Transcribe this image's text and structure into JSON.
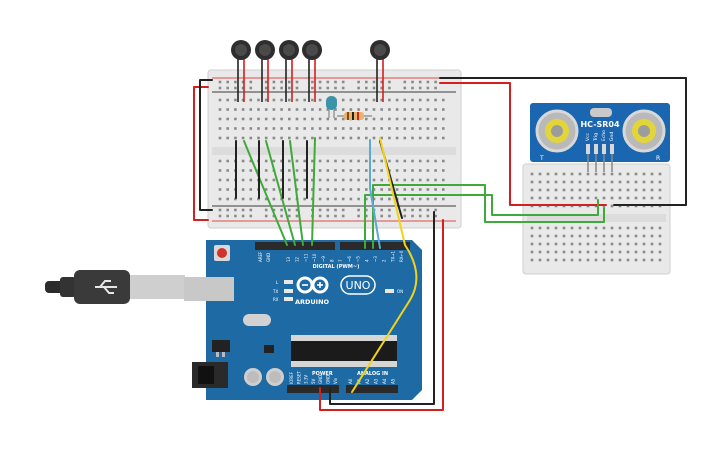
{
  "arduino": {
    "brand": "ARDUINO",
    "model": "UNO",
    "digital_label": "DIGITAL (PWM~)",
    "power_label": "POWER",
    "analog_label": "ANALOG IN",
    "tx": "TX",
    "rx": "RX",
    "l": "L",
    "on": "ON",
    "aref": "AREF",
    "gnd": "GND",
    "pins_top": [
      "13",
      "12",
      "~11",
      "~10",
      "~9",
      "8",
      "7",
      "~6",
      "~5",
      "4",
      "~3",
      "2",
      "TX→1",
      "RX←0"
    ],
    "pins_power": [
      "IOREF",
      "RESET",
      "3.3V",
      "5V",
      "GND",
      "GND",
      "Vin"
    ],
    "pins_analog": [
      "A0",
      "A1",
      "A2",
      "A3",
      "A4",
      "A5"
    ]
  },
  "sensor": {
    "label": "HC-SR04",
    "pins": [
      "Vcc",
      "Trig",
      "Echo",
      "Gnd"
    ],
    "left_mark": "T",
    "right_mark": "R"
  },
  "colors": {
    "board": "#1d6aa5",
    "board_dark": "#124c7a",
    "breadboard": "#e9e9e9",
    "wire_red": "#d41f1f",
    "wire_black": "#222222",
    "wire_green": "#3daa3a",
    "wire_yellow": "#f2d21a",
    "wire_blue": "#5aa9d6",
    "led_body": "#3a93a6"
  }
}
